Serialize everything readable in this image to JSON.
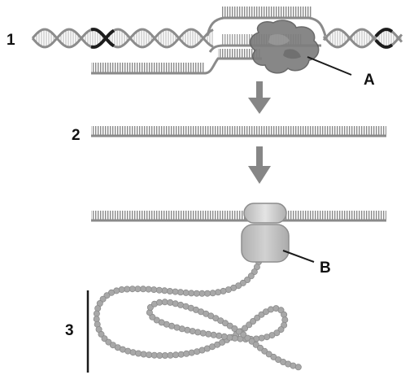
{
  "labels": {
    "step_1": "1",
    "step_2": "2",
    "step_3": "3",
    "part_a": "A",
    "part_b": "B"
  },
  "colors": {
    "strand": "#9a9a9a",
    "strand_dark": "#6f6f6f",
    "highlight_strand": "#1c1c1c",
    "arrow": "#868686",
    "enzyme": "#7d7d7d",
    "ribosome": "#c9c9c9",
    "bead": "#a8a8a8",
    "text": "#111111"
  },
  "icons": {
    "step_arrow": "down-arrow-icon",
    "enzyme": "rna-polymerase-blob",
    "ribosome": "ribosome-shape",
    "chain": "amino-acid-chain"
  }
}
